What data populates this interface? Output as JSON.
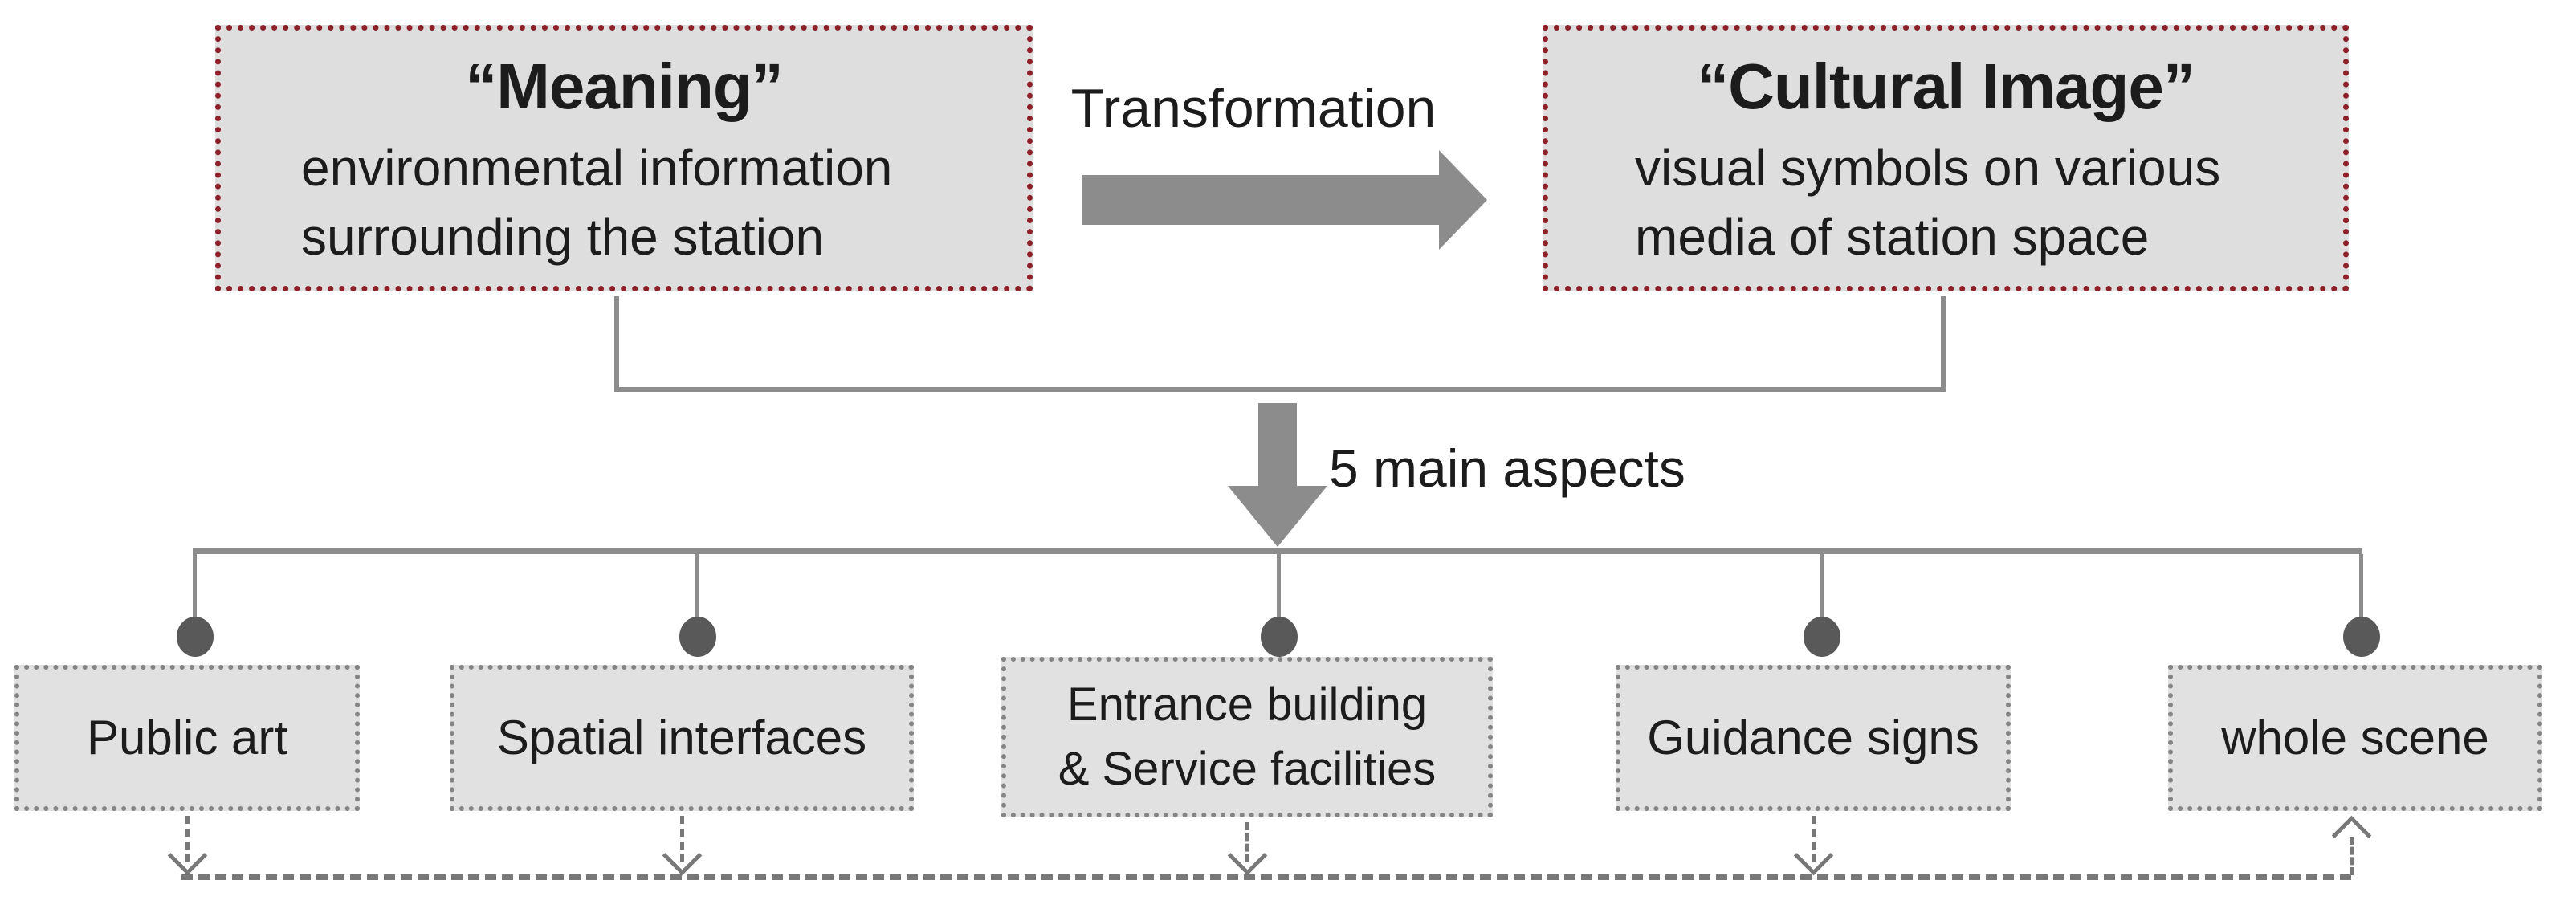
{
  "colors": {
    "box_fill": "#dedede",
    "aspect_box_fill": "#e1e1e1",
    "red_dotted_border": "#8e2029",
    "gray_dotted_border": "#848484",
    "connector_gray": "#8c8c8c",
    "dashed_gray": "#787878",
    "dot_gray": "#595959",
    "text": "#1c1c1c"
  },
  "meaning_box": {
    "title": "“Meaning”",
    "body_line1": "environmental information",
    "body_line2": "surrounding the station"
  },
  "transformation_label": "Transformation",
  "cultural_image_box": {
    "title": "“Cultural Image”",
    "body_line1": "visual symbols on various",
    "body_line2": "media of station space"
  },
  "aspects_arrow_label": "5 main aspects",
  "aspects": [
    {
      "line1": "Public art"
    },
    {
      "line1": "Spatial interfaces"
    },
    {
      "line1": "Entrance building",
      "line2": "& Service facilities"
    },
    {
      "line1": "Guidance signs"
    },
    {
      "line1": "whole scene"
    }
  ]
}
